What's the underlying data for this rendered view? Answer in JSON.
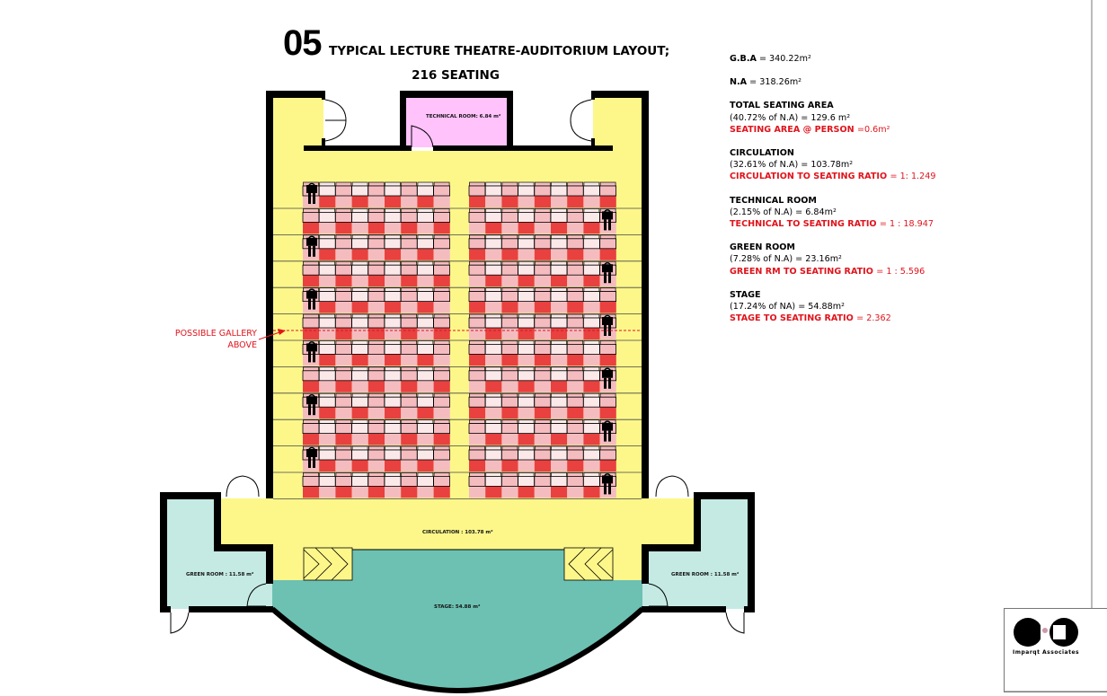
{
  "title": {
    "number": "05",
    "main": "TYPICAL LECTURE THEATRE-AUDITORIUM LAYOUT;",
    "sub": "216 SEATING"
  },
  "stats": {
    "gba": {
      "label": "G.B.A",
      "value": " = 340.22m²"
    },
    "na": {
      "label": "N.A",
      "value": " = 318.26m²"
    },
    "groups": [
      {
        "heading": "TOTAL SEATING AREA",
        "detail": "(40.72% of N.A) = 129.6 m²",
        "ratio_label": "SEATING AREA @ PERSON ",
        "ratio_value": "=0.6m²"
      },
      {
        "heading": "CIRCULATION",
        "detail": "(32.61% of N.A) = 103.78m²",
        "ratio_label": "CIRCULATION TO SEATING RATIO ",
        "ratio_value": "= 1: 1.249"
      },
      {
        "heading": "TECHNICAL ROOM",
        "detail": " (2.15% of N.A) = 6.84m²",
        "ratio_label": "TECHNICAL TO SEATING RATIO ",
        "ratio_value": "= 1 : 18.947"
      },
      {
        "heading": "GREEN ROOM",
        "detail": " (7.28% of N.A) = 23.16m²",
        "ratio_label": "GREEN RM TO SEATING RATIO ",
        "ratio_value": "= 1 : 5.596"
      },
      {
        "heading": "STAGE",
        "detail": "(17.24% of NA) = 54.88m²",
        "ratio_label": "STAGE TO SEATING RATIO ",
        "ratio_value": "= 2.362"
      }
    ]
  },
  "plan": {
    "technical_room": "TECHNICAL ROOM: 6.84 m²",
    "circulation": "CIRCULATION : 103.78 m²",
    "green_room_left": "GREEN ROOM : 11.58 m²",
    "green_room_right": "GREEN ROOM : 11.58 m²",
    "stage": "STAGE: 54.88 m²",
    "gallery_note_1": "POSSIBLE GALLERY",
    "gallery_note_2": "ABOVE",
    "seat_rows": 12,
    "seats_per_row_per_block": 9,
    "blocks": 2
  },
  "colors": {
    "circulation": "#fdf78a",
    "technical": "#ffc2fb",
    "green_room": "#c4eae3",
    "stage": "#6dc1b2",
    "seat_red": "#e8413f",
    "seat_pink": "#f5bcc0",
    "annotation": "#e0141c"
  },
  "logo": {
    "text": "Imparqt Associates"
  }
}
